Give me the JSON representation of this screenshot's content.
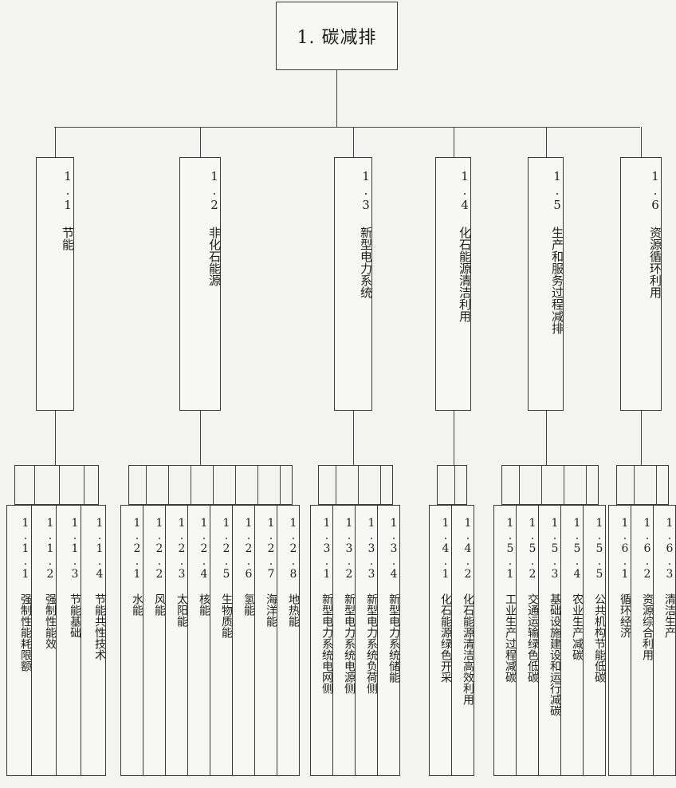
{
  "root": {
    "label": "1. 碳减排"
  },
  "categories": [
    {
      "label": "1.1  节能",
      "children": [
        "1.1.1  强制性能耗限额",
        "1.1.2  强制性能效",
        "1.1.3  节能基础",
        "1.1.4  节能共性技术"
      ]
    },
    {
      "label": "1.2  非化石能源",
      "children": [
        "1.2.1  水能",
        "1.2.2  风能",
        "1.2.3  太阳能",
        "1.2.4  核能",
        "1.2.5  生物质能",
        "1.2.6  氢能",
        "1.2.7  海洋能",
        "1.2.8  地热能"
      ]
    },
    {
      "label": "1.3  新型电力系统",
      "children": [
        "1.3.1  新型电力系统电网侧",
        "1.3.2  新型电力系统电源侧",
        "1.3.3  新型电力系统负荷侧",
        "1.3.4  新型电力系统储能"
      ]
    },
    {
      "label": "1.4  化石能源清洁利用",
      "children": [
        "1.4.1  化石能源绿色开采",
        "1.4.2  化石能源清洁高效利用"
      ]
    },
    {
      "label": "1.5  生产和服务过程减排",
      "children": [
        "1.5.1  工业生产过程减碳",
        "1.5.2  交通运输绿色低碳",
        "1.5.3  基础设施建设和运行减碳",
        "1.5.4  农业生产减碳",
        "1.5.5  公共机构节能低碳"
      ]
    },
    {
      "label": "1.6  资源循环利用",
      "children": [
        "1.6.1  循环经济",
        "1.6.2  资源综合利用",
        "1.6.3  清洁生产"
      ]
    }
  ]
}
